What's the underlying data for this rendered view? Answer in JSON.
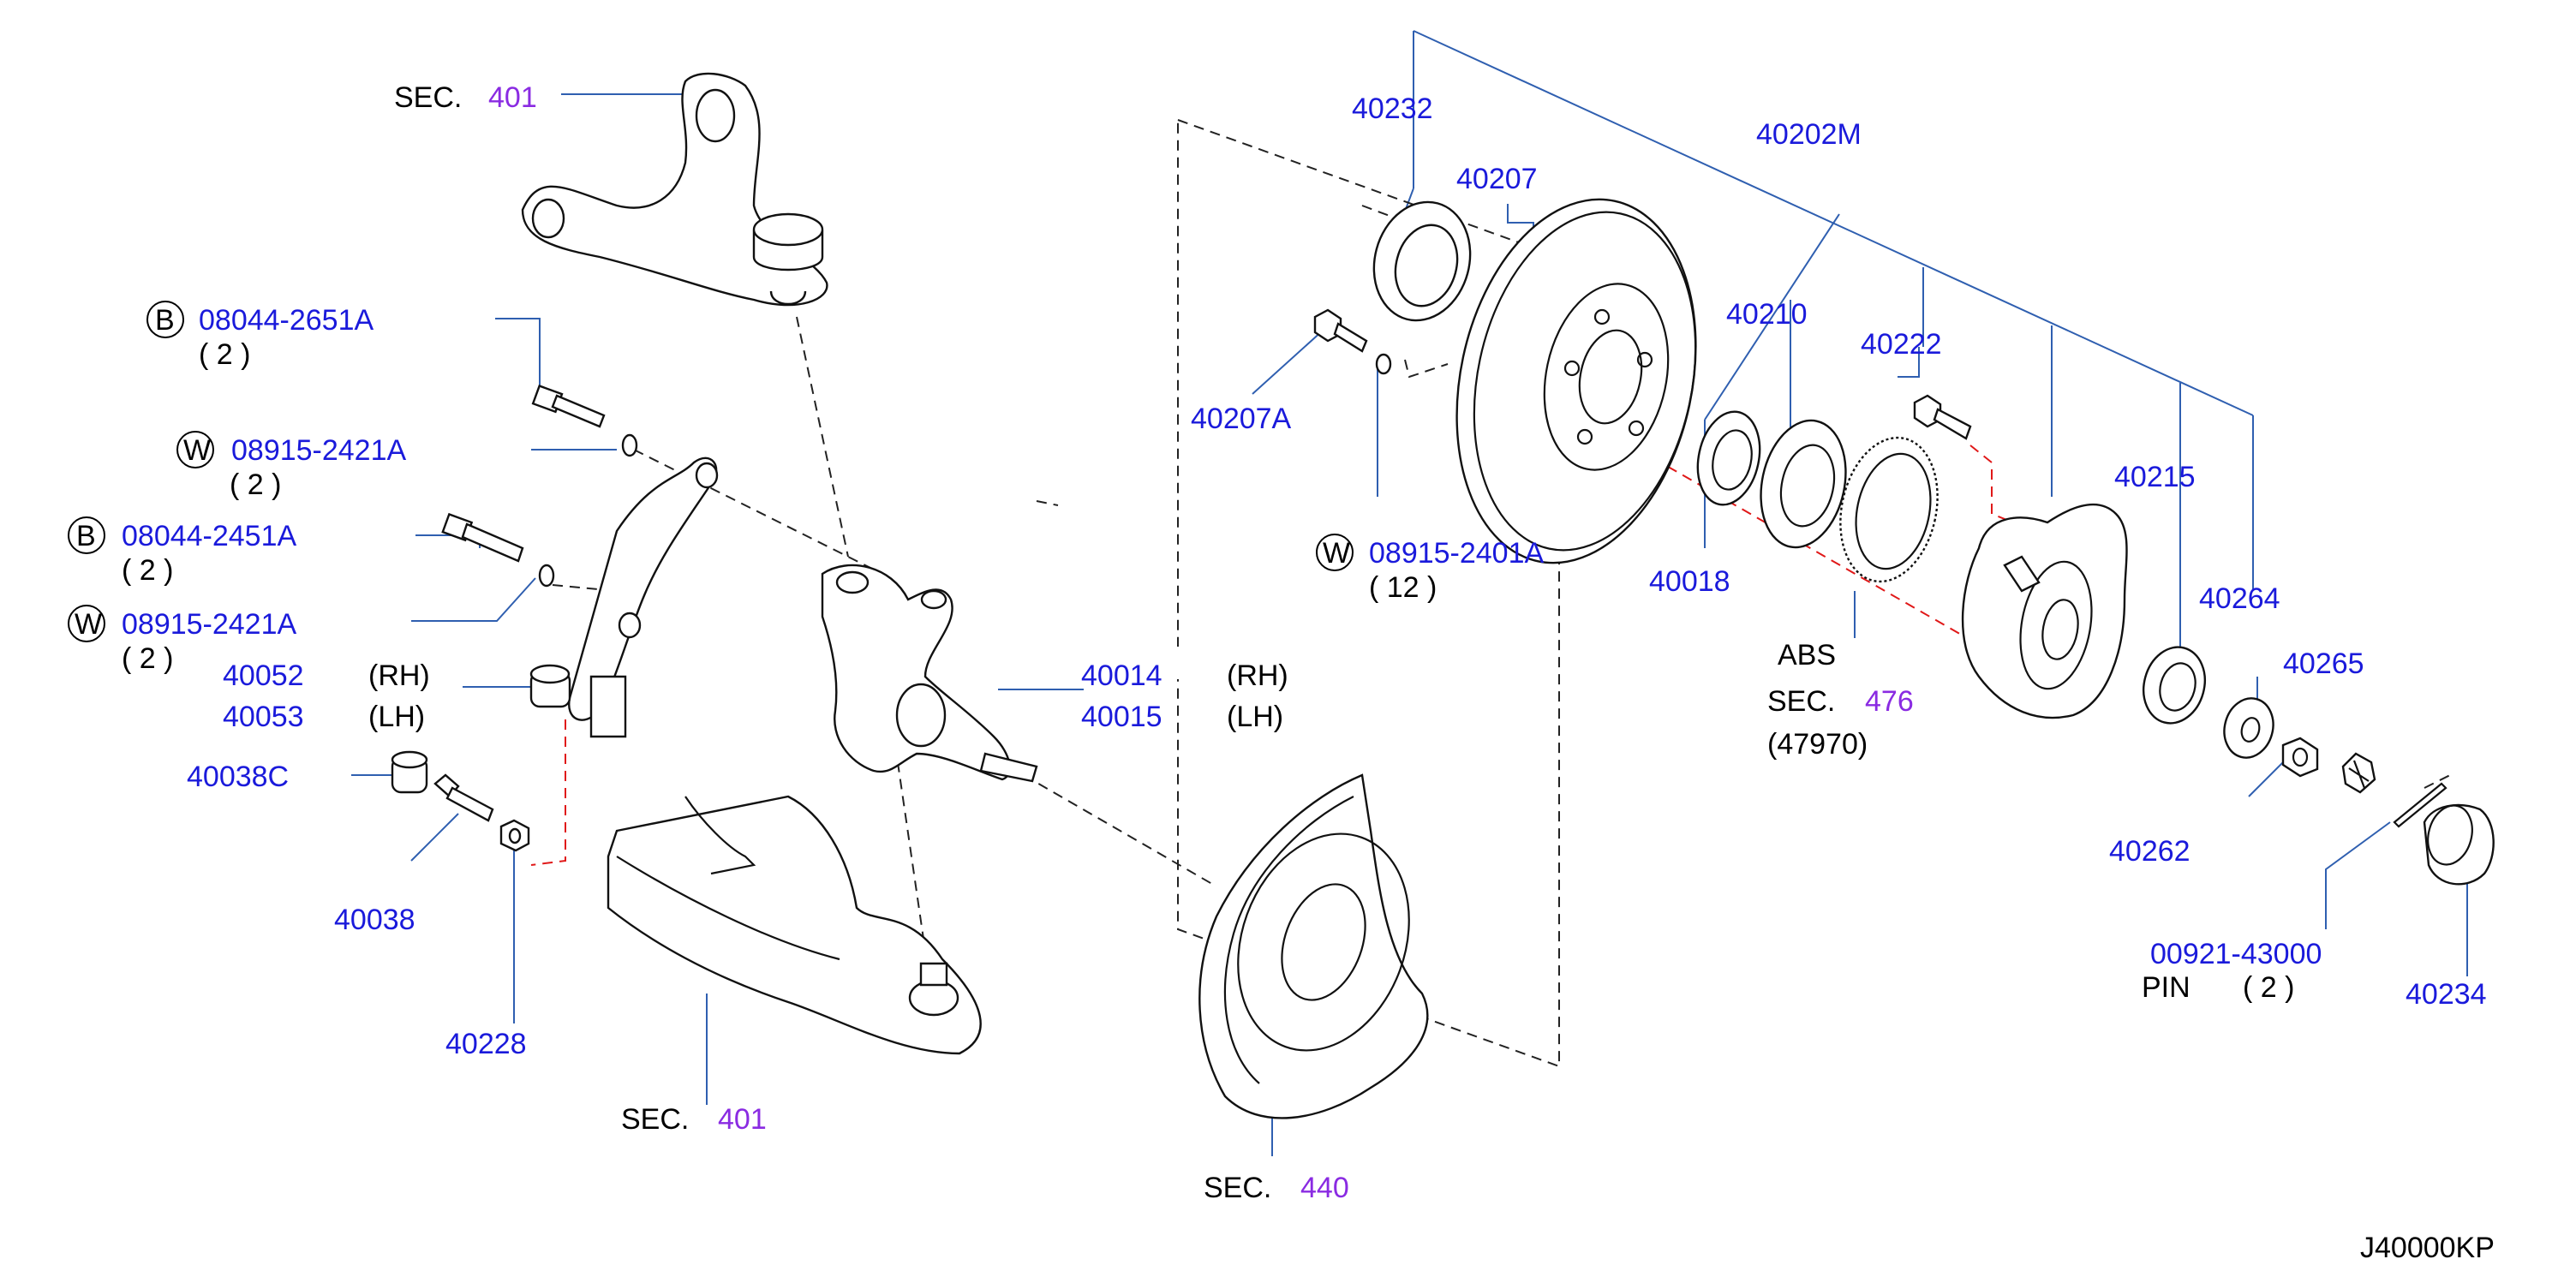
{
  "diagram_id": "J40000KP",
  "sections": {
    "upper_arm": {
      "prefix": "SEC.",
      "num": "401"
    },
    "lower_arm": {
      "prefix": "SEC.",
      "num": "401"
    },
    "backing_plate": {
      "prefix": "SEC.",
      "num": "440"
    },
    "abs_sensor": {
      "label": "ABS",
      "prefix": "SEC.",
      "num": "476",
      "sub": "(47970)"
    }
  },
  "parts": {
    "p40232": "40232",
    "p40207": "40207",
    "p40202M": "40202M",
    "p40207A": "40207A",
    "p40210": "40210",
    "p40222": "40222",
    "p40018": "40018",
    "p40215": "40215",
    "p40264": "40264",
    "p40265": "40265",
    "p40262": "40262",
    "p00921": "00921-43000",
    "p40234": "40234",
    "p40014": "40014",
    "p40015": "40015",
    "p40052": "40052",
    "p40053": "40053",
    "p40038C": "40038C",
    "p40038": "40038",
    "p40228": "40228",
    "b1": "08044-2651A",
    "w1": "08915-2421A",
    "b2": "08044-2451A",
    "w2": "08915-2421A",
    "w3": "08915-2401A"
  },
  "qty": {
    "b1": "( 2 )",
    "w1": "( 2 )",
    "b2": "( 2 )",
    "w2": "( 2 )",
    "w3": "( 12 )",
    "pin": "( 2 )"
  },
  "text": {
    "rh1": "(RH)",
    "lh1": "(LH)",
    "rh2": "(RH)",
    "lh2": "(LH)",
    "pin": "PIN",
    "badge_b": "B",
    "badge_w": "W"
  }
}
